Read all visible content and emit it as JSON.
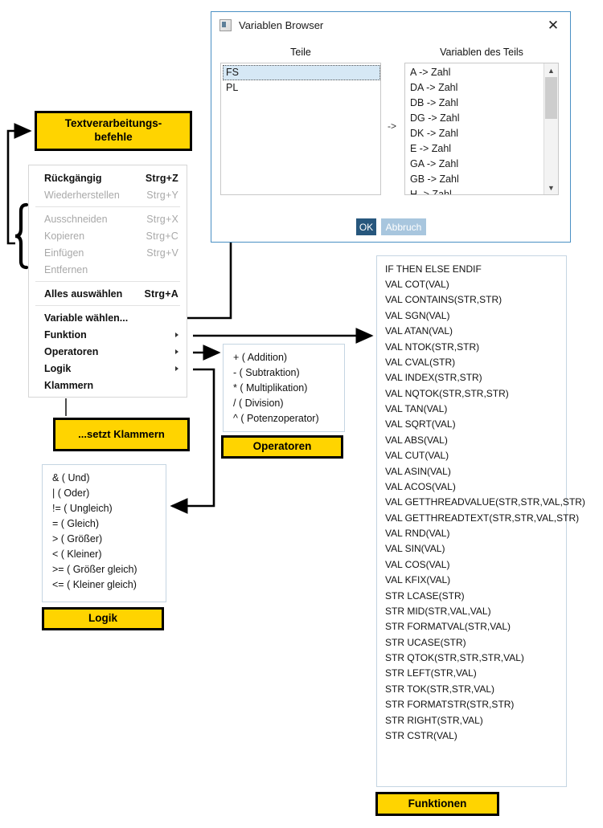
{
  "dialog": {
    "title": "Variablen Browser",
    "icon": "window-app-icon",
    "close_icon": "close-icon",
    "columns": {
      "left": "Teile",
      "right": "Variablen des Teils"
    },
    "transfer_marker": "->",
    "parts": [
      {
        "label": "FS",
        "selected": true
      },
      {
        "label": "PL",
        "selected": false
      }
    ],
    "variables": [
      "A -> Zahl",
      "DA -> Zahl",
      "DB -> Zahl",
      "DG -> Zahl",
      "DK -> Zahl",
      "E -> Zahl",
      "GA -> Zahl",
      "GB -> Zahl",
      "H -> Zahl"
    ],
    "scrollbar": {
      "up_icon": "chevron-up-icon",
      "down_icon": "chevron-down-icon"
    },
    "buttons": {
      "ok": "OK",
      "cancel": "Abbruch"
    },
    "colors": {
      "ok_bg": "#27577d",
      "cancel_bg": "#a8c6de",
      "border": "#4a90c4"
    }
  },
  "context_menu": {
    "items": [
      {
        "label": "Rückgängig",
        "accel": "Strg+Z",
        "enabled": true,
        "submenu": false
      },
      {
        "label": "Wiederherstellen",
        "accel": "Strg+Y",
        "enabled": false,
        "submenu": false
      },
      {
        "label": "Ausschneiden",
        "accel": "Strg+X",
        "enabled": false,
        "submenu": false
      },
      {
        "label": "Kopieren",
        "accel": "Strg+C",
        "enabled": false,
        "submenu": false
      },
      {
        "label": "Einfügen",
        "accel": "Strg+V",
        "enabled": false,
        "submenu": false
      },
      {
        "label": "Entfernen",
        "accel": "",
        "enabled": false,
        "submenu": false
      },
      {
        "label": "Alles auswählen",
        "accel": "Strg+A",
        "enabled": true,
        "submenu": false
      },
      {
        "label": "Variable wählen...",
        "accel": "",
        "enabled": true,
        "submenu": false
      },
      {
        "label": "Funktion",
        "accel": "",
        "enabled": true,
        "submenu": true
      },
      {
        "label": "Operatoren",
        "accel": "",
        "enabled": true,
        "submenu": true
      },
      {
        "label": "Logik",
        "accel": "",
        "enabled": true,
        "submenu": true
      },
      {
        "label": "Klammern",
        "accel": "",
        "enabled": true,
        "submenu": false
      }
    ]
  },
  "operatoren": {
    "title": "Operatoren",
    "items": [
      "+ ( Addition)",
      "- ( Subtraktion)",
      "* ( Multiplikation)",
      "/ ( Division)",
      "^ ( Potenzoperator)"
    ]
  },
  "logik": {
    "title": "Logik",
    "items": [
      "& ( Und)",
      "| ( Oder)",
      "!= ( Ungleich)",
      "= ( Gleich)",
      "> ( Größer)",
      "< ( Kleiner)",
      ">= ( Größer gleich)",
      "<= ( Kleiner gleich)"
    ]
  },
  "funktionen": {
    "title": "Funktionen",
    "items": [
      "IF THEN ELSE ENDIF",
      "VAL COT(VAL)",
      "VAL CONTAINS(STR,STR)",
      "VAL SGN(VAL)",
      "VAL ATAN(VAL)",
      "VAL NTOK(STR,STR)",
      "VAL CVAL(STR)",
      "VAL INDEX(STR,STR)",
      "VAL NQTOK(STR,STR,STR)",
      "VAL TAN(VAL)",
      "VAL SQRT(VAL)",
      "VAL ABS(VAL)",
      "VAL CUT(VAL)",
      "VAL ASIN(VAL)",
      "VAL ACOS(VAL)",
      "VAL GETTHREADVALUE(STR,STR,VAL,STR)",
      "VAL GETTHREADTEXT(STR,STR,VAL,STR)",
      "VAL RND(VAL)",
      "VAL SIN(VAL)",
      "VAL COS(VAL)",
      "VAL KFIX(VAL)",
      "STR LCASE(STR)",
      "STR MID(STR,VAL,VAL)",
      "STR FORMATVAL(STR,VAL)",
      "STR UCASE(STR)",
      "STR QTOK(STR,STR,STR,VAL)",
      "STR LEFT(STR,VAL)",
      "STR TOK(STR,STR,VAL)",
      "STR FORMATSTR(STR,STR)",
      "STR RIGHT(STR,VAL)",
      "STR CSTR(VAL)"
    ]
  },
  "annotations": {
    "textverarbeitung": "Textverarbeitungs-\nbefehle",
    "textverarbeitung_line1": "Textverarbeitungs-",
    "textverarbeitung_line2": "befehle",
    "klammern": "...setzt Klammern"
  },
  "colors": {
    "highlight_yellow": "#FFD400",
    "outline_black": "#000000",
    "dialog_blue": "#4a90c4",
    "selection_blue": "#d6e8f5"
  }
}
